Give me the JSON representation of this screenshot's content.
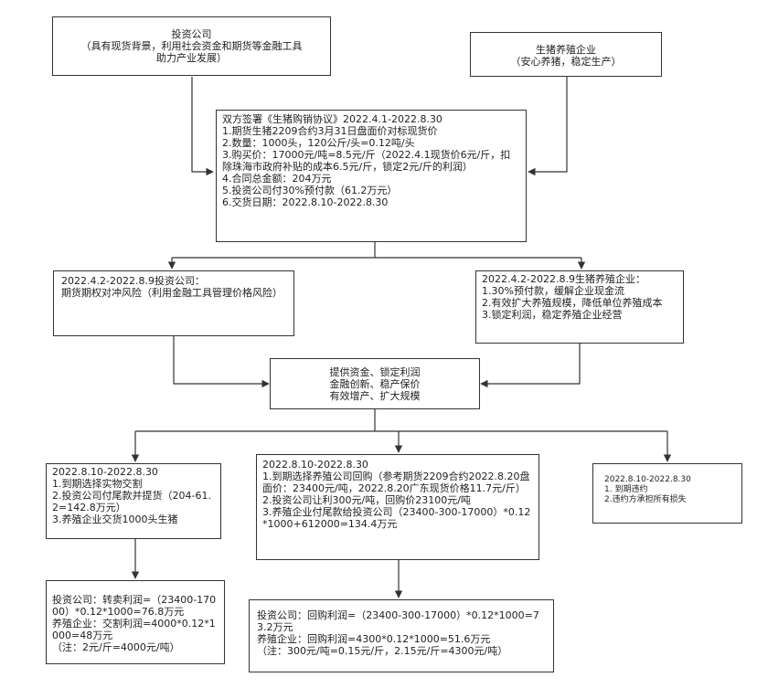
{
  "investor_box": {
    "lines": [
      "投资公司",
      "（具有现货背景，利用社会资金和期货等金融工具",
      "助力产业发展）"
    ]
  },
  "farm_box": {
    "lines": [
      "生猪养殖企业",
      "（安心养猪，稳定生产）"
    ]
  },
  "agreement_box": {
    "lines": [
      "双方签署《生猪购销协议》2022.4.1-2022.8.30",
      "1.期货生猪2209合约3月31日盘面价对标现货价",
      "2.数量：1000头，120公斤/头=0.12吨/头",
      "3.购买价：17000元/吨=8.5元/斤（2022.4.1现货价6元/斤，扣除珠海市政府补贴的成本6.5元/斤，锁定2元/斤的利润）",
      "4.合同总金额：204万元",
      "5.投资公司付30%预付款（61.2万元）",
      "6.交货日期：2022.8.10-2022.8.30"
    ]
  },
  "investor_hedge_box": {
    "lines": [
      "2022.4.2-2022.8.9投资公司：",
      "期货期权对冲风险（利用金融工具管理价格风险）"
    ]
  },
  "farm_benefit_box": {
    "lines": [
      "2022.4.2-2022.8.9生猪养殖企业：",
      "1.30%预付款，缓解企业现金流",
      "2.有效扩大养殖规模，降低单位养殖成本",
      "3.锁定利润，稳定养殖企业经营"
    ]
  },
  "benefit_box": {
    "lines": [
      "提供资金、锁定利润",
      "金融创新、稳产保价",
      "有效增产、扩大规模"
    ]
  },
  "option1_box": {
    "lines": [
      "2022.8.10-2022.8.30",
      "1.到期选择实物交割",
      "2.投资公司付尾款并提货（204-61.2=142.8万元）",
      "3.养殖企业交货1000头生猪"
    ]
  },
  "option2_box": {
    "lines": [
      "2022.8.10-2022.8.30",
      "1.到期选择养殖公司回购（参考期货2209合约2022.8.20盘面价：23400元/吨，2022.8.20广东现货价格11.7元/斤）",
      "2.投资公司让利300元/吨，回购价23100元/吨",
      "3.养殖企业付尾款给投资公司（23400-300-17000）*0.12*1000+612000=134.4万元"
    ]
  },
  "option3_box": {
    "lines": [
      "2022.8.10-2022.8.30",
      "1. 到期违约",
      "2.违约方承担所有损失"
    ]
  },
  "result1_box": {
    "lines": [
      "投资公司：转卖利润=（23400-17000）*0.12*1000=76.8万元",
      "养殖企业：交割利润=4000*0.12*1000=48万元",
      "（注：2元/斤=4000元/吨）"
    ]
  },
  "result2_box": {
    "lines": [
      "投资公司：回购利润=（23400-300-17000）*0.12*1000=73.2万元",
      "养殖企业：回购利润=4300*0.12*1000=51.6万元",
      "（注：300元/吨=0.15元/斤，2.15元/斤=4300元/吨）"
    ]
  }
}
